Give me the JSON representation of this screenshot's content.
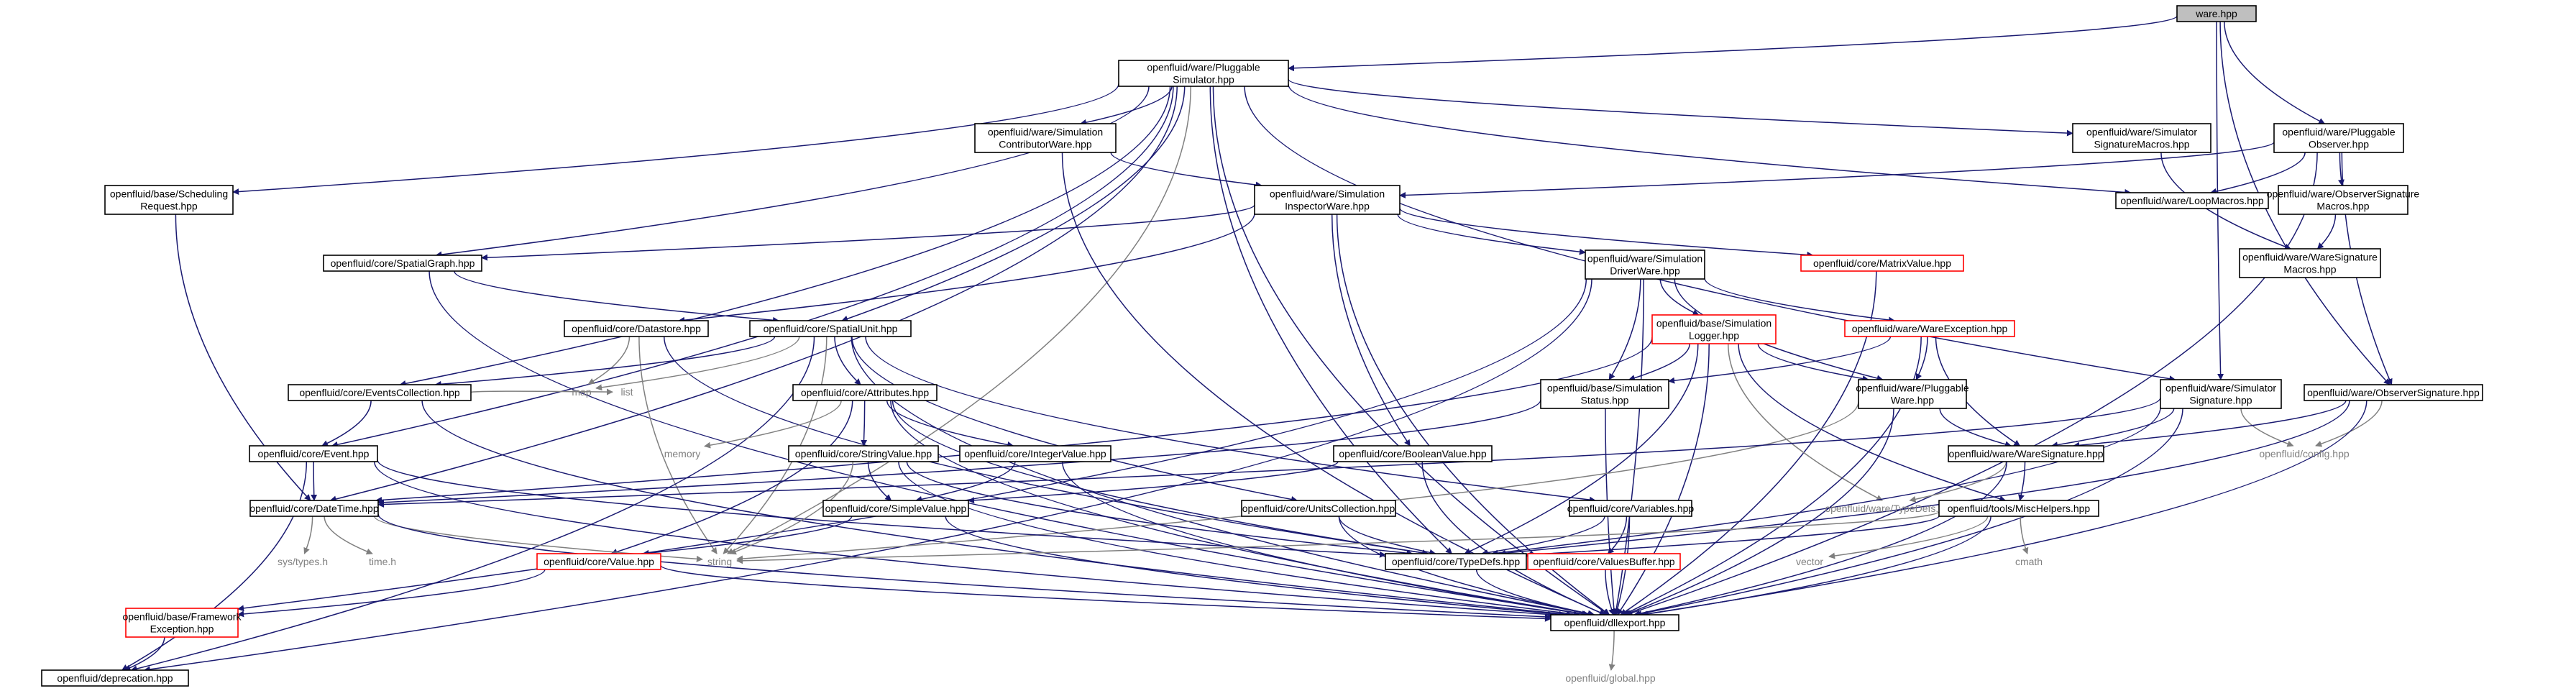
{
  "colors": {
    "edge": "#191970",
    "edge_gray": "#7f7f7f",
    "root_fill": "#bfbfbf",
    "red_border": "#ff0000",
    "leaf_text": "#808080"
  },
  "nodes": [
    {
      "id": "n00",
      "lines": [
        "ware.hpp"
      ],
      "style": "root"
    },
    {
      "id": "n01",
      "lines": [
        "openfluid/ware/Pluggable",
        "Simulator.hpp"
      ],
      "style": "plain"
    },
    {
      "id": "n02",
      "lines": [
        "openfluid/ware/Pluggable",
        "Observer.hpp"
      ],
      "style": "plain"
    },
    {
      "id": "n03",
      "lines": [
        "openfluid/ware/Simulation",
        "ContributorWare.hpp"
      ],
      "style": "plain"
    },
    {
      "id": "n04",
      "lines": [
        "openfluid/ware/Simulator",
        "SignatureMacros.hpp"
      ],
      "style": "plain"
    },
    {
      "id": "n05",
      "lines": [
        "openfluid/base/Scheduling",
        "Request.hpp"
      ],
      "style": "plain"
    },
    {
      "id": "n06",
      "lines": [
        "openfluid/ware/Simulation",
        "InspectorWare.hpp"
      ],
      "style": "plain"
    },
    {
      "id": "n07",
      "lines": [
        "openfluid/ware/LoopMacros.hpp"
      ],
      "style": "plain"
    },
    {
      "id": "n08",
      "lines": [
        "openfluid/ware/ObserverSignature",
        "Macros.hpp"
      ],
      "style": "plain"
    },
    {
      "id": "n09",
      "lines": [
        "openfluid/core/SpatialGraph.hpp"
      ],
      "style": "plain"
    },
    {
      "id": "n10",
      "lines": [
        "openfluid/ware/Simulation",
        "DriverWare.hpp"
      ],
      "style": "plain"
    },
    {
      "id": "n11",
      "lines": [
        "openfluid/core/MatrixValue.hpp"
      ],
      "style": "red"
    },
    {
      "id": "n12",
      "lines": [
        "openfluid/ware/WareSignature",
        "Macros.hpp"
      ],
      "style": "plain"
    },
    {
      "id": "n13",
      "lines": [
        "openfluid/core/Datastore.hpp"
      ],
      "style": "plain"
    },
    {
      "id": "n14",
      "lines": [
        "openfluid/core/SpatialUnit.hpp"
      ],
      "style": "plain"
    },
    {
      "id": "n15",
      "lines": [
        "openfluid/base/Simulation",
        "Logger.hpp"
      ],
      "style": "red"
    },
    {
      "id": "n16",
      "lines": [
        "openfluid/ware/WareException.hpp"
      ],
      "style": "red"
    },
    {
      "id": "n17",
      "lines": [
        "openfluid/core/EventsCollection.hpp"
      ],
      "style": "plain"
    },
    {
      "id": "n18",
      "lines": [
        "map"
      ],
      "style": "leaf"
    },
    {
      "id": "n19",
      "lines": [
        "openfluid/core/Attributes.hpp"
      ],
      "style": "plain"
    },
    {
      "id": "n20",
      "lines": [
        "openfluid/base/Simulation",
        "Status.hpp"
      ],
      "style": "plain"
    },
    {
      "id": "n21",
      "lines": [
        "openfluid/ware/Pluggable",
        "Ware.hpp"
      ],
      "style": "plain"
    },
    {
      "id": "n22",
      "lines": [
        "openfluid/ware/Simulator",
        "Signature.hpp"
      ],
      "style": "plain"
    },
    {
      "id": "n23",
      "lines": [
        "openfluid/ware/ObserverSignature.hpp"
      ],
      "style": "plain"
    },
    {
      "id": "n24",
      "lines": [
        "list"
      ],
      "style": "leaf"
    },
    {
      "id": "n25",
      "lines": [
        "memory"
      ],
      "style": "leaf"
    },
    {
      "id": "n26",
      "lines": [
        "openfluid/core/Event.hpp"
      ],
      "style": "plain"
    },
    {
      "id": "n27",
      "lines": [
        "openfluid/core/StringValue.hpp"
      ],
      "style": "plain"
    },
    {
      "id": "n28",
      "lines": [
        "openfluid/core/IntegerValue.hpp"
      ],
      "style": "plain"
    },
    {
      "id": "n29",
      "lines": [
        "openfluid/core/BooleanValue.hpp"
      ],
      "style": "plain"
    },
    {
      "id": "n30",
      "lines": [
        "openfluid/ware/WareSignature.hpp"
      ],
      "style": "plain"
    },
    {
      "id": "n31",
      "lines": [
        "openfluid/config.hpp"
      ],
      "style": "leaf"
    },
    {
      "id": "n32",
      "lines": [
        "openfluid/core/DateTime.hpp"
      ],
      "style": "plain"
    },
    {
      "id": "n33",
      "lines": [
        "openfluid/core/SimpleValue.hpp"
      ],
      "style": "plain"
    },
    {
      "id": "n34",
      "lines": [
        "openfluid/core/UnitsCollection.hpp"
      ],
      "style": "plain"
    },
    {
      "id": "n35",
      "lines": [
        "openfluid/core/Variables.hpp"
      ],
      "style": "plain"
    },
    {
      "id": "n36",
      "lines": [
        "openfluid/ware/TypeDefs.hpp"
      ],
      "style": "leaf"
    },
    {
      "id": "n37",
      "lines": [
        "openfluid/tools/MiscHelpers.hpp"
      ],
      "style": "plain"
    },
    {
      "id": "n38",
      "lines": [
        "sys/types.h"
      ],
      "style": "leaf"
    },
    {
      "id": "n39",
      "lines": [
        "time.h"
      ],
      "style": "leaf"
    },
    {
      "id": "n40",
      "lines": [
        "string"
      ],
      "style": "leaf"
    },
    {
      "id": "n41",
      "lines": [
        "openfluid/core/Value.hpp"
      ],
      "style": "red"
    },
    {
      "id": "n42",
      "lines": [
        "openfluid/core/TypeDefs.hpp"
      ],
      "style": "plain"
    },
    {
      "id": "n43",
      "lines": [
        "openfluid/core/ValuesBuffer.hpp"
      ],
      "style": "red"
    },
    {
      "id": "n44",
      "lines": [
        "vector"
      ],
      "style": "leaf"
    },
    {
      "id": "n45",
      "lines": [
        "cmath"
      ],
      "style": "leaf"
    },
    {
      "id": "n46",
      "lines": [
        "openfluid/base/Framework",
        "Exception.hpp"
      ],
      "style": "red"
    },
    {
      "id": "n47",
      "lines": [
        "openfluid/dllexport.hpp"
      ],
      "style": "plain"
    },
    {
      "id": "n48",
      "lines": [
        "openfluid/deprecation.hpp"
      ],
      "style": "plain"
    },
    {
      "id": "n49",
      "lines": [
        "openfluid/global.hpp"
      ],
      "style": "leaf"
    }
  ],
  "edges": [
    [
      "n00",
      "n01"
    ],
    [
      "n00",
      "n02"
    ],
    [
      "n00",
      "n22"
    ],
    [
      "n00",
      "n23"
    ],
    [
      "n01",
      "n03"
    ],
    [
      "n01",
      "n04"
    ],
    [
      "n01",
      "n05"
    ],
    [
      "n01",
      "n07"
    ],
    [
      "n01",
      "n09"
    ],
    [
      "n01",
      "n14"
    ],
    [
      "n01",
      "n17"
    ],
    [
      "n01",
      "n26"
    ],
    [
      "n01",
      "n32"
    ],
    [
      "n01",
      "n22"
    ],
    [
      "n01",
      "n40"
    ],
    [
      "n01",
      "n42"
    ],
    [
      "n01",
      "n47"
    ],
    [
      "n02",
      "n06"
    ],
    [
      "n02",
      "n07"
    ],
    [
      "n02",
      "n08"
    ],
    [
      "n02",
      "n23"
    ],
    [
      "n02",
      "n47"
    ],
    [
      "n03",
      "n06"
    ],
    [
      "n03",
      "n47"
    ],
    [
      "n04",
      "n12"
    ],
    [
      "n05",
      "n32"
    ],
    [
      "n06",
      "n09"
    ],
    [
      "n06",
      "n10"
    ],
    [
      "n06",
      "n11"
    ],
    [
      "n06",
      "n13"
    ],
    [
      "n06",
      "n29"
    ],
    [
      "n06",
      "n47"
    ],
    [
      "n08",
      "n12"
    ],
    [
      "n09",
      "n14"
    ],
    [
      "n09",
      "n47"
    ],
    [
      "n10",
      "n15"
    ],
    [
      "n10",
      "n16"
    ],
    [
      "n10",
      "n20"
    ],
    [
      "n10",
      "n21"
    ],
    [
      "n10",
      "n46"
    ],
    [
      "n10",
      "n48"
    ],
    [
      "n10",
      "n47"
    ],
    [
      "n11",
      "n47"
    ],
    [
      "n13",
      "n18"
    ],
    [
      "n13",
      "n40"
    ],
    [
      "n13",
      "n42"
    ],
    [
      "n14",
      "n17"
    ],
    [
      "n14",
      "n19"
    ],
    [
      "n14",
      "n18"
    ],
    [
      "n14",
      "n34"
    ],
    [
      "n14",
      "n35"
    ],
    [
      "n14",
      "n40"
    ],
    [
      "n14",
      "n48"
    ],
    [
      "n14",
      "n47"
    ],
    [
      "n15",
      "n20"
    ],
    [
      "n15",
      "n21"
    ],
    [
      "n15",
      "n32"
    ],
    [
      "n15",
      "n36"
    ],
    [
      "n15",
      "n37"
    ],
    [
      "n15",
      "n42"
    ],
    [
      "n15",
      "n47"
    ],
    [
      "n16",
      "n20"
    ],
    [
      "n16",
      "n21"
    ],
    [
      "n16",
      "n30"
    ],
    [
      "n16",
      "n47"
    ],
    [
      "n17",
      "n24"
    ],
    [
      "n17",
      "n26"
    ],
    [
      "n17",
      "n47"
    ],
    [
      "n19",
      "n25"
    ],
    [
      "n19",
      "n27"
    ],
    [
      "n19",
      "n28"
    ],
    [
      "n19",
      "n41"
    ],
    [
      "n19",
      "n42"
    ],
    [
      "n19",
      "n47"
    ],
    [
      "n20",
      "n32"
    ],
    [
      "n20",
      "n47"
    ],
    [
      "n21",
      "n30"
    ],
    [
      "n21",
      "n40"
    ],
    [
      "n21",
      "n47"
    ],
    [
      "n22",
      "n30"
    ],
    [
      "n22",
      "n31"
    ],
    [
      "n22",
      "n32"
    ],
    [
      "n22",
      "n42"
    ],
    [
      "n22",
      "n47"
    ],
    [
      "n23",
      "n30"
    ],
    [
      "n23",
      "n31"
    ],
    [
      "n23",
      "n42"
    ],
    [
      "n23",
      "n47"
    ],
    [
      "n26",
      "n32"
    ],
    [
      "n26",
      "n42"
    ],
    [
      "n26",
      "n48"
    ],
    [
      "n26",
      "n47"
    ],
    [
      "n27",
      "n33"
    ],
    [
      "n27",
      "n40"
    ],
    [
      "n27",
      "n42"
    ],
    [
      "n27",
      "n47"
    ],
    [
      "n28",
      "n33"
    ],
    [
      "n28",
      "n47"
    ],
    [
      "n29",
      "n33"
    ],
    [
      "n29",
      "n47"
    ],
    [
      "n30",
      "n36"
    ],
    [
      "n30",
      "n37"
    ],
    [
      "n30",
      "n47"
    ],
    [
      "n32",
      "n38"
    ],
    [
      "n32",
      "n39"
    ],
    [
      "n32",
      "n40"
    ],
    [
      "n32",
      "n47"
    ],
    [
      "n33",
      "n41"
    ],
    [
      "n33",
      "n47"
    ],
    [
      "n34",
      "n42"
    ],
    [
      "n34",
      "n47"
    ],
    [
      "n35",
      "n42"
    ],
    [
      "n35",
      "n43"
    ],
    [
      "n35",
      "n47"
    ],
    [
      "n37",
      "n40"
    ],
    [
      "n37",
      "n42"
    ],
    [
      "n37",
      "n44"
    ],
    [
      "n37",
      "n45"
    ],
    [
      "n37",
      "n47"
    ],
    [
      "n41",
      "n46"
    ],
    [
      "n41",
      "n47"
    ],
    [
      "n43",
      "n47"
    ],
    [
      "n42",
      "n47"
    ],
    [
      "n46",
      "n48"
    ],
    [
      "n47",
      "n49"
    ]
  ]
}
